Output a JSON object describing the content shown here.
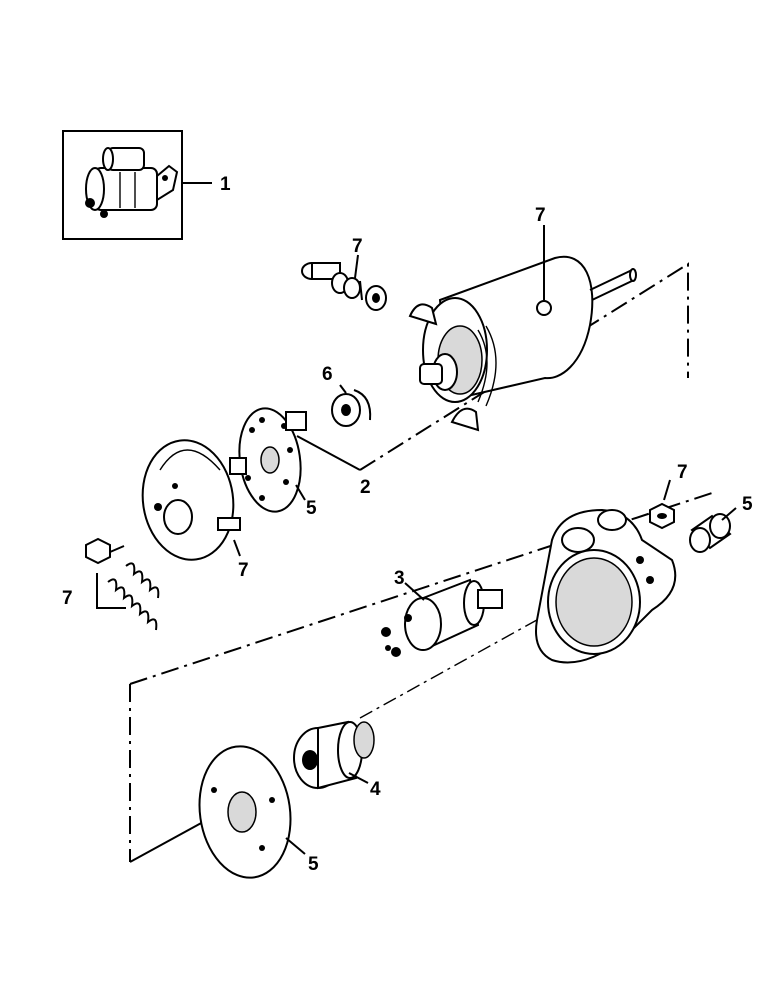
{
  "callouts": {
    "c1": "1",
    "c2": "2",
    "c3": "3",
    "c4": "4",
    "c5a": "5",
    "c5b": "5",
    "c5c": "5",
    "c6": "6",
    "c7a": "7",
    "c7b": "7",
    "c7c": "7",
    "c7d": "7",
    "c7e": "7"
  }
}
